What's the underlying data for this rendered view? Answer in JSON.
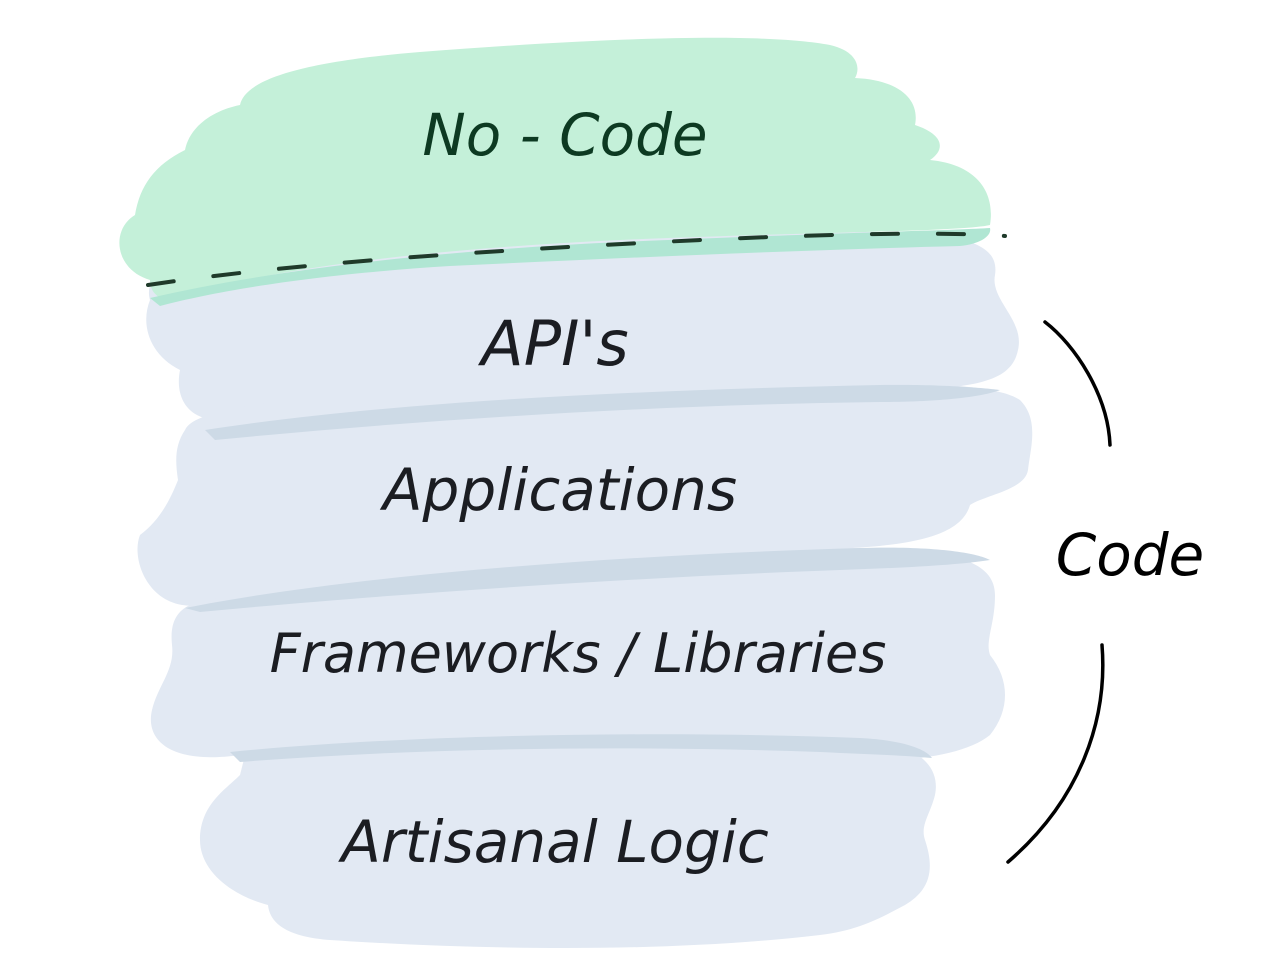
{
  "diagram": {
    "layers": [
      {
        "id": "no-code",
        "label": "No - Code",
        "color": "#c4f0d9",
        "text_color": "#0d3a22"
      },
      {
        "id": "apis",
        "label": "API's",
        "color": "#e2e9f3",
        "text_color": "#1b1d22"
      },
      {
        "id": "applications",
        "label": "Applications",
        "color": "#e2e9f3",
        "text_color": "#1b1d22"
      },
      {
        "id": "frameworks-libraries",
        "label": "Frameworks / Libraries",
        "color": "#e2e9f3",
        "text_color": "#1b1d22"
      },
      {
        "id": "artisanal-logic",
        "label": "Artisanal Logic",
        "color": "#e2e9f3",
        "text_color": "#1b1d22"
      }
    ],
    "bracket": {
      "label": "Code",
      "color": "#000000"
    },
    "divider": {
      "style": "dashed",
      "color": "#1f3a2a"
    },
    "colors": {
      "no_code_fill": "#c4f0d9",
      "overlap_fill": "#b0e6d3",
      "code_fill": "#e2e9f3",
      "seam": "#cddaE6"
    }
  }
}
